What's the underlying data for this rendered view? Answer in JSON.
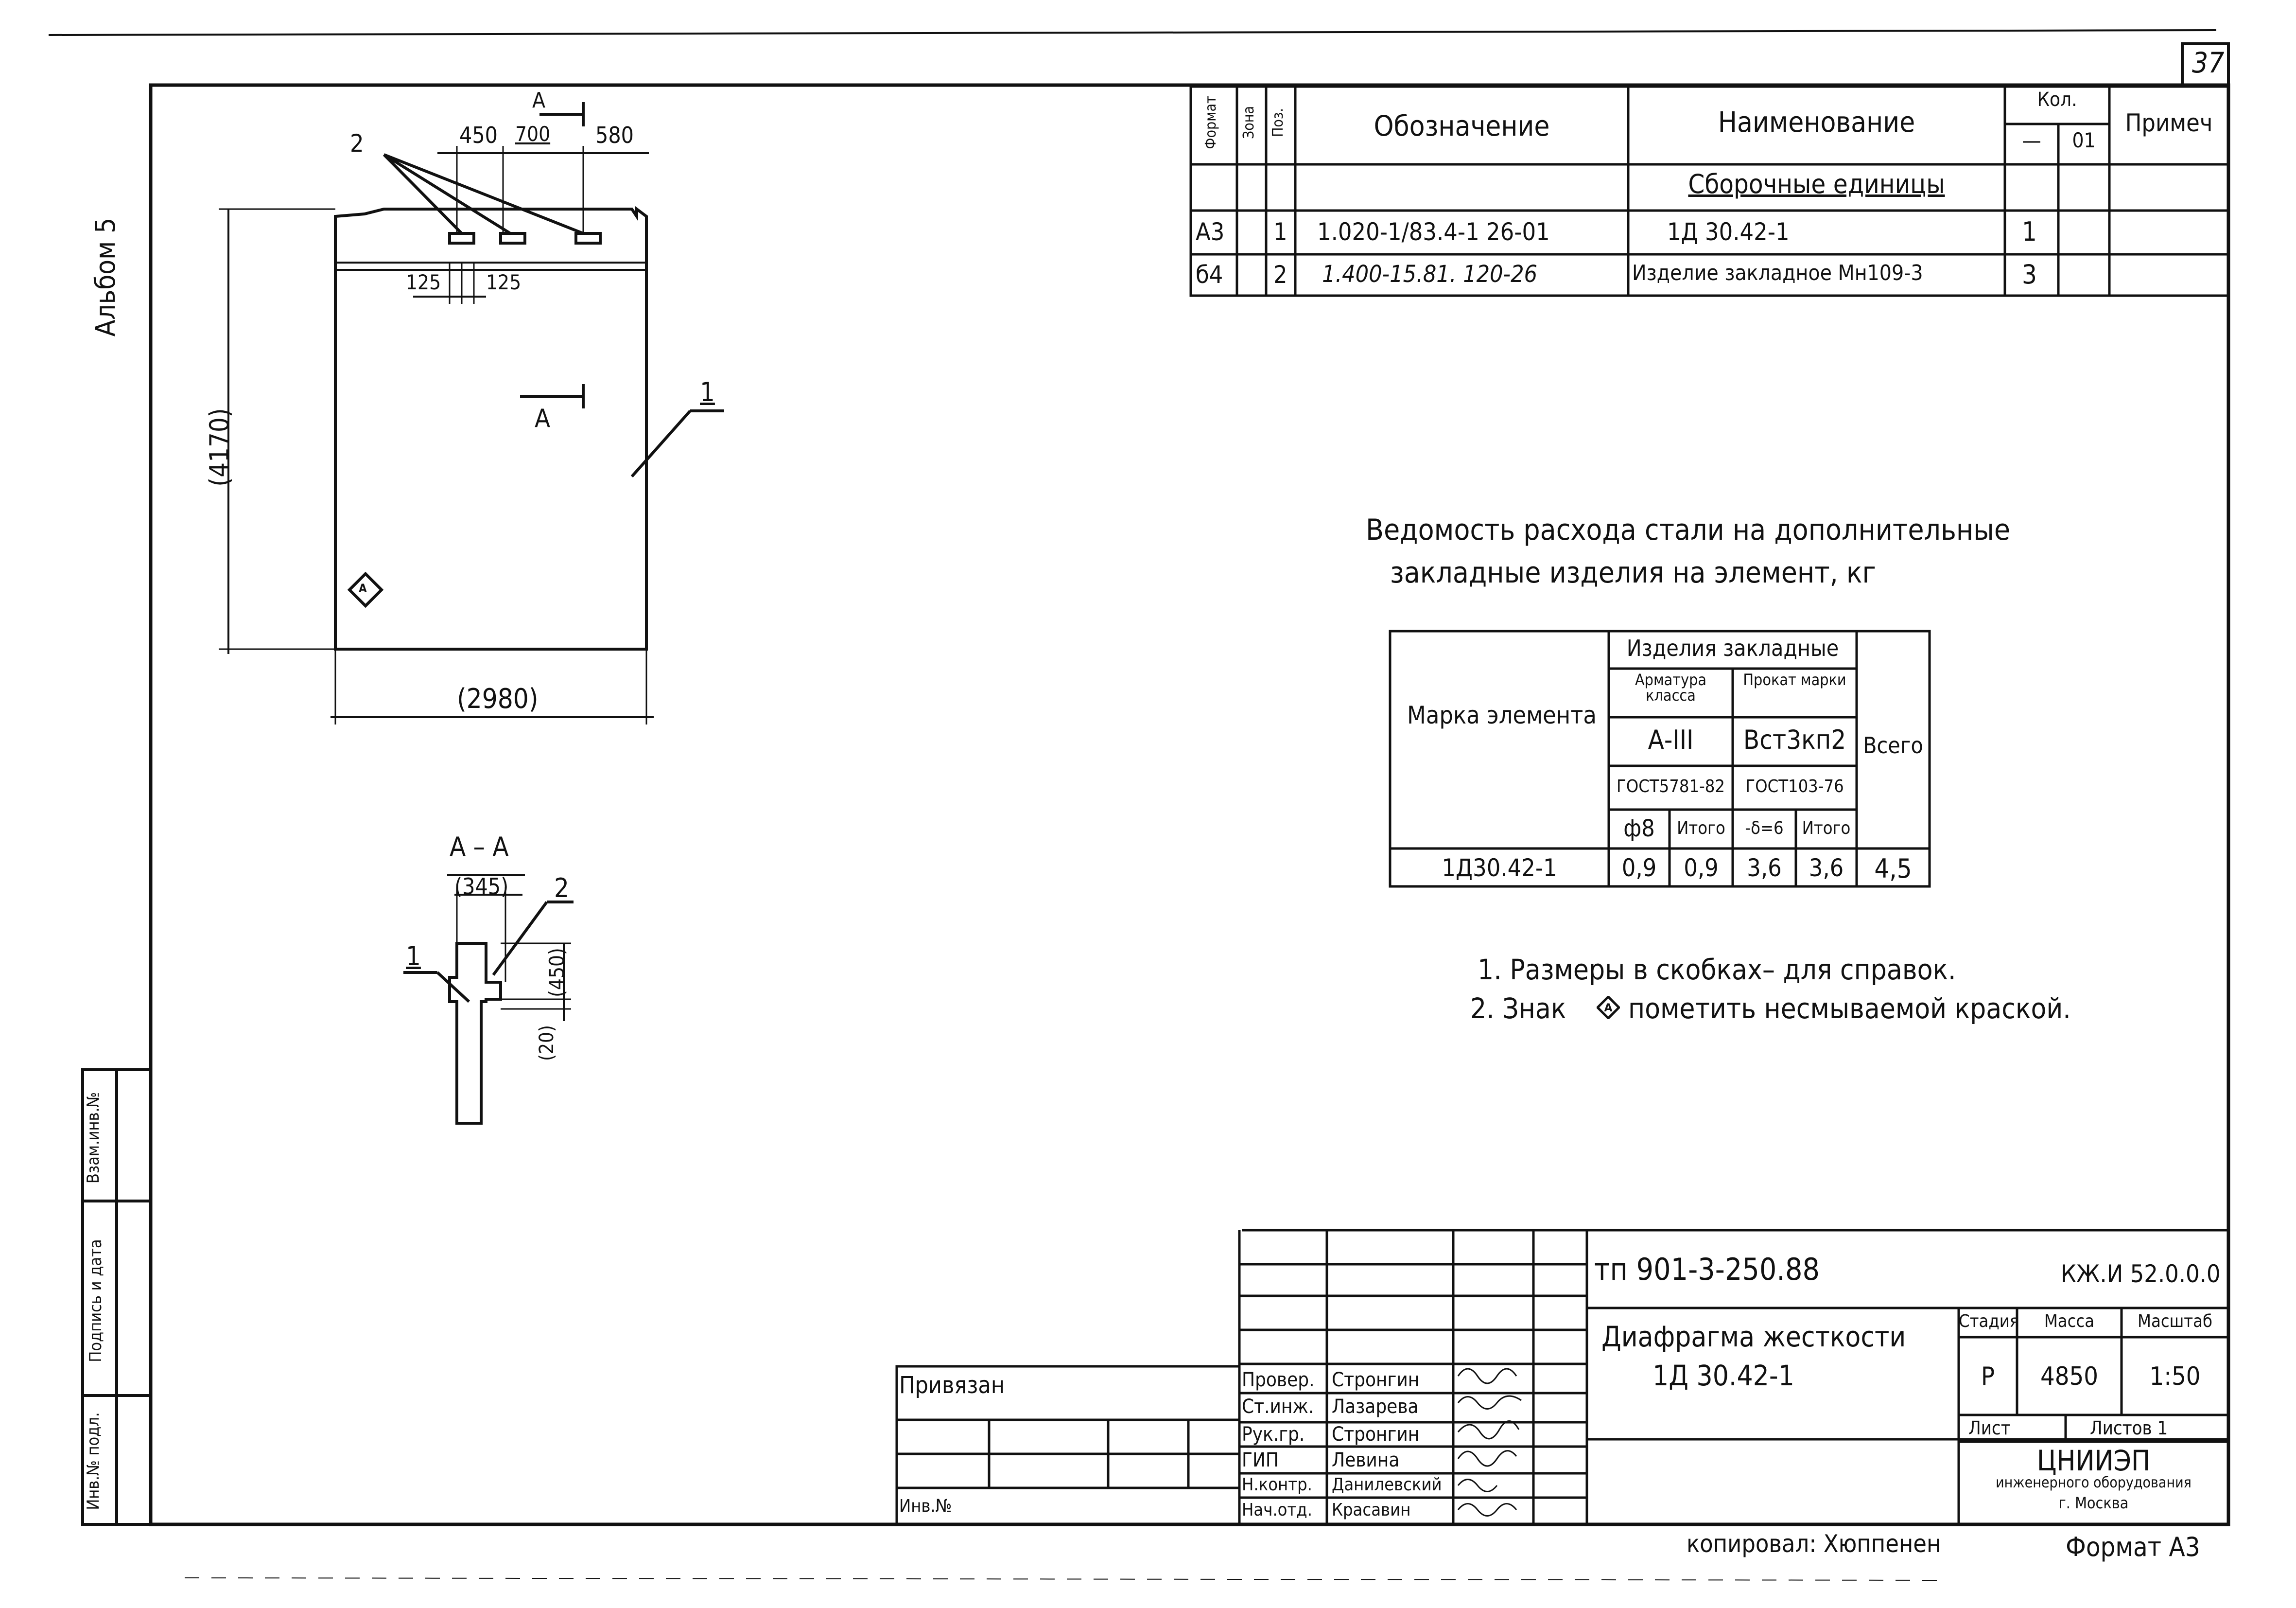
{
  "page": {
    "sheet_number": "37",
    "album": "Альбом 5",
    "copied_by": "копировал: Хюппенен",
    "format": "Формат А3"
  },
  "spec_table": {
    "headers": {
      "format": "Формат",
      "zone": "Зона",
      "pos": "Поз.",
      "designation": "Обозначение",
      "name": "Наименование",
      "qty": "Кол.",
      "qty_sub1": "—",
      "qty_sub2": "01",
      "note": "Примеч"
    },
    "section": "Сборочные единицы",
    "rows": [
      {
        "format": "А3",
        "zone": "",
        "pos": "1",
        "designation": "1.020-1/83.4-1   26-01",
        "name": "1Д 30.42-1",
        "qty1": "1",
        "qty2": ""
      },
      {
        "format": "б4",
        "zone": "",
        "pos": "2",
        "designation": "1.400-15.81. 120-26",
        "name": "Изделие закладное Мн109-3",
        "qty1": "3",
        "qty2": ""
      }
    ]
  },
  "drawing": {
    "dims": {
      "d450": "450",
      "d700": "700",
      "d580": "580",
      "d125a": "125",
      "d125b": "125",
      "height": "(4170)",
      "width": "(2980)",
      "section_w": "(345)",
      "section_450": "(450)",
      "section_20": "(20)"
    },
    "labels": {
      "a_top": "А",
      "a_mid": "А",
      "lead2": "2",
      "lead1": "1",
      "section_title": "А – А",
      "sec_lead1": "1",
      "sec_lead2": "2",
      "mark_symbol": "А"
    }
  },
  "steel": {
    "title_line1": "Ведомость расхода стали на дополнительные",
    "title_line2": "закладные изделия на элемент, кг",
    "mark_header": "Марка элемента",
    "group_header": "Изделия закладные",
    "rebar_header": "Арматура класса",
    "rolled_header": "Прокат марки",
    "rebar_class": "А-III",
    "rolled_grade": "Вст3кп2",
    "rebar_gost": "ГОСТ5781-82",
    "rolled_gost": "ГОСТ103-76",
    "total_header": "Всего",
    "sub_d8": "ф8",
    "sub_itogo1": "Итого",
    "sub_delta": "-δ=6",
    "sub_itogo2": "Итого",
    "row": {
      "mark": "1Д30.42-1",
      "d8": "0,9",
      "itogo1": "0,9",
      "delta": "3,6",
      "itogo2": "3,6",
      "total": "4,5"
    }
  },
  "notes": [
    "1. Размеры в скобках– для справок.",
    "2. Знак",
    "пометить несмываемой краской."
  ],
  "stamp": {
    "project": "тп 901-3-250.88",
    "code": "КЖ.И 52.0.0.0",
    "title_line1": "Диафрагма жесткости",
    "title_line2": "1Д 30.42-1",
    "stage_h": "Стадия",
    "mass_h": "Масса",
    "scale_h": "Масштаб",
    "stage": "Р",
    "mass": "4850",
    "scale": "1:50",
    "sheet_h": "Лист",
    "sheets_h": "Листов 1",
    "org1": "ЦНИИЭП",
    "org2": "инженерного оборудования",
    "org3": "г. Москва",
    "privyazan": "Привязан",
    "inv": "Инв.№",
    "roles": [
      {
        "role": "Провер.",
        "name": "Стронгин"
      },
      {
        "role": "Ст.инж.",
        "name": "Лазарева"
      },
      {
        "role": "Рук.гр.",
        "name": "Стронгин"
      },
      {
        "role": "ГИП",
        "name": "Левина"
      },
      {
        "role": "Н.контр.",
        "name": "Данилевский"
      },
      {
        "role": "Нач.отд.",
        "name": "Красавин"
      }
    ]
  },
  "side_stamp": {
    "inv_podl": "Инв.№ подл.",
    "podpis": "Подпись и дата",
    "vzam": "Взам.инв.№"
  }
}
